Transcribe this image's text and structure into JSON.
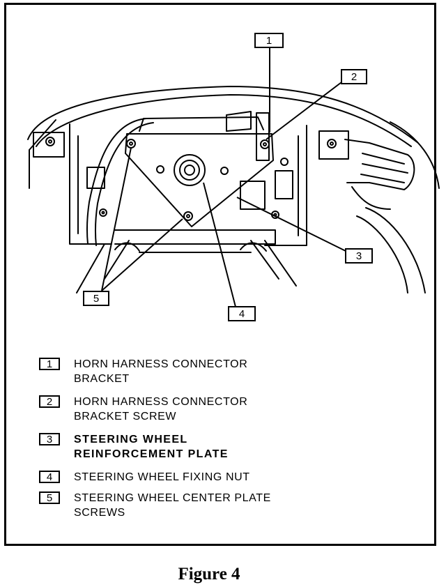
{
  "callouts": [
    {
      "num": "1"
    },
    {
      "num": "2"
    },
    {
      "num": "3"
    },
    {
      "num": "4"
    },
    {
      "num": "5"
    }
  ],
  "legend": [
    {
      "num": "1",
      "text": "HORN HARNESS CONNECTOR\nBRACKET",
      "bold": false
    },
    {
      "num": "2",
      "text": "HORN HARNESS CONNECTOR\nBRACKET SCREW",
      "bold": false
    },
    {
      "num": "3",
      "text": "STEERING WHEEL\nREINFORCEMENT PLATE",
      "bold": true
    },
    {
      "num": "4",
      "text": "STEERING WHEEL FIXING NUT",
      "bold": false
    },
    {
      "num": "5",
      "text": "STEERING WHEEL CENTER PLATE\nSCREWS",
      "bold": false
    }
  ],
  "caption": "Figure 4"
}
